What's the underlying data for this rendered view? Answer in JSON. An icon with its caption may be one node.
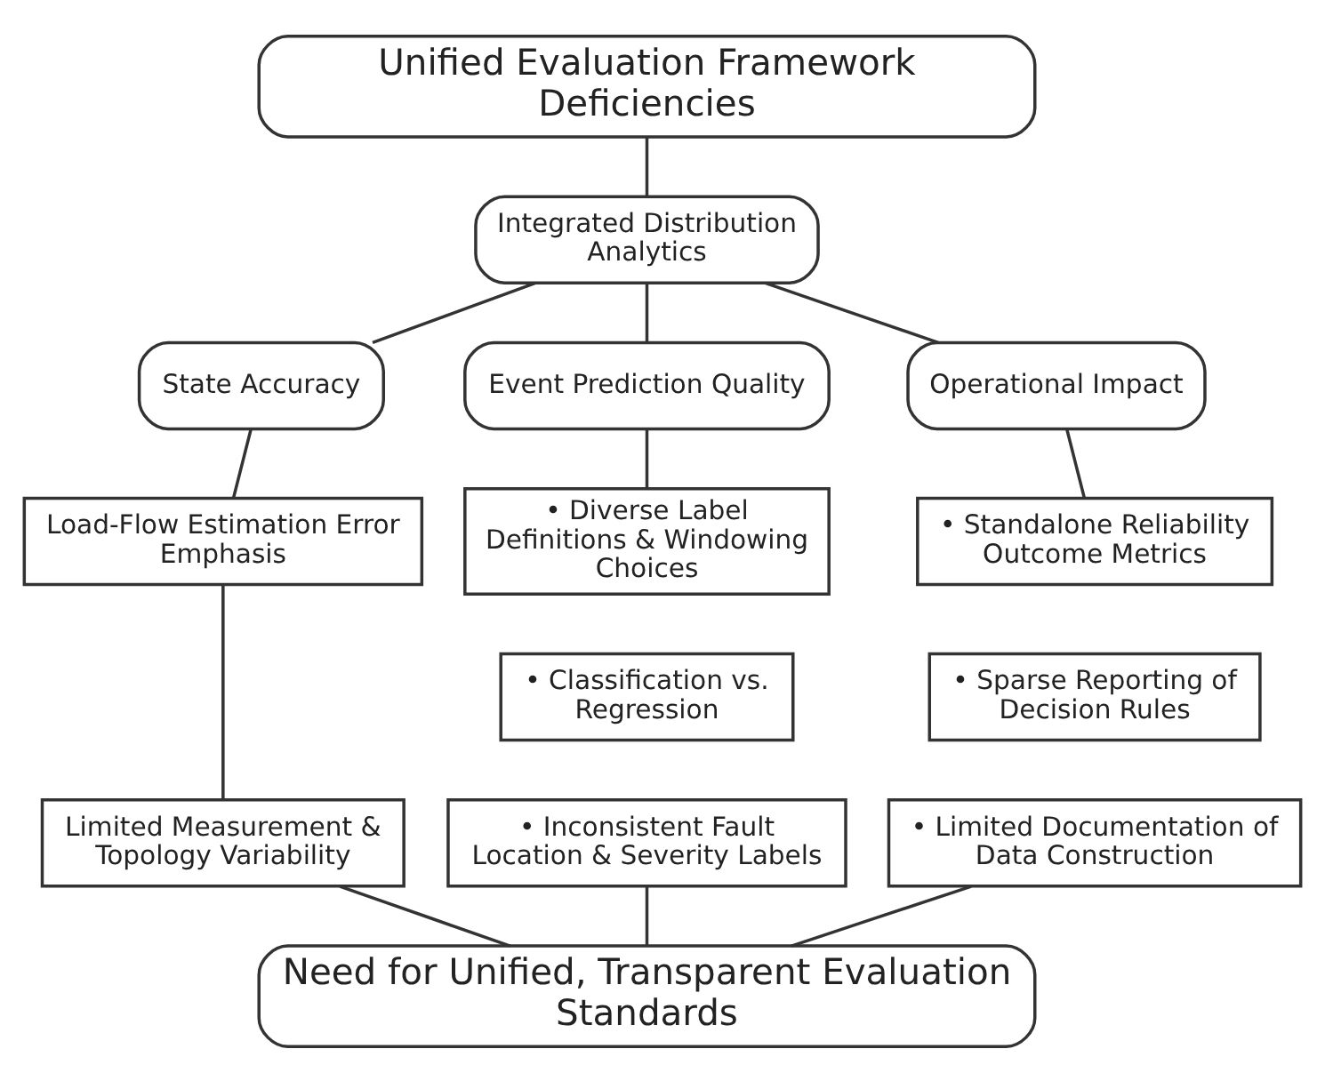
{
  "diagram": {
    "nodes": [
      {
        "text": [
          "Unified Evaluation Framework Deficiencies"
        ]
      },
      {
        "text": [
          "Integrated Distribution Analytics"
        ]
      },
      {
        "text": [
          "State Accuracy"
        ]
      },
      {
        "text": [
          "Event Prediction Quality"
        ]
      },
      {
        "text": [
          "Operational Impact"
        ]
      },
      {
        "text": [
          "Load-Flow Estimation Error Emphasis"
        ]
      },
      {
        "text": [
          "Limited Measurement & Topology Variability"
        ]
      },
      {
        "text": [
          "• Diverse Label Definitions & Windowing Choices"
        ]
      },
      {
        "text": [
          "• Classification vs. Regression"
        ]
      },
      {
        "text": [
          "• Inconsistent Fault Location & Severity Labels"
        ]
      },
      {
        "text": [
          "• Standalone Reliability Outcome Metrics"
        ]
      },
      {
        "text": [
          "• Sparse Reporting of Decision Rules"
        ]
      },
      {
        "text": [
          "• Limited Documentation of Data Construction"
        ]
      },
      {
        "text": [
          "Need for Unified, Transparent Evaluation Standards"
        ]
      }
    ],
    "edges": [
      {
        "from": 0,
        "to": 1,
        "arrow": "none"
      },
      {
        "from": 1,
        "to": 2,
        "arrow": "none"
      },
      {
        "from": 1,
        "to": 3,
        "arrow": "none"
      },
      {
        "from": 1,
        "to": 4,
        "arrow": "none"
      },
      {
        "from": 2,
        "to": 5,
        "arrow": "none"
      },
      {
        "from": 5,
        "to": 6,
        "arrow": "none"
      },
      {
        "from": 3,
        "to": 7,
        "arrow": "none"
      },
      {
        "from": 4,
        "to": 10,
        "arrow": "none"
      },
      {
        "from": 6,
        "to": 13,
        "arrow": "none"
      },
      {
        "from": 9,
        "to": 13,
        "arrow": "none"
      },
      {
        "from": 12,
        "to": 13,
        "arrow": "none"
      }
    ]
  }
}
